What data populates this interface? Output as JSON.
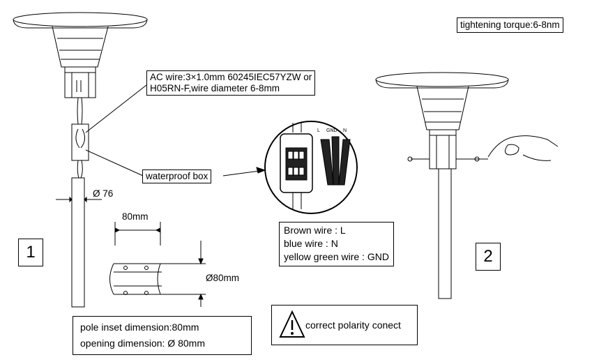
{
  "labels": {
    "torque": "tightening torque:6-8nm",
    "ac_wire_line1": "AC wire:3×1.0mm  60245IEC57YZW or",
    "ac_wire_line2": "H05RN-F,wire diameter 6-8mm",
    "waterproof_box": "waterproof box",
    "diameter_76": "Ø 76",
    "dim_80mm": "80mm",
    "dim_phi_80": "Ø80mm",
    "step_1": "1",
    "step_2": "2",
    "connector_L": "L",
    "connector_GND": "GND",
    "connector_N": "N"
  },
  "wires": {
    "brown": "Brown wire : L",
    "blue": "blue wire : N",
    "yellow_green": "yellow green wire : GND"
  },
  "pole_info": {
    "inset": "pole inset dimension:80mm",
    "opening": "opening dimension: Ø 80mm"
  },
  "warning": {
    "text": "correct polarity conect",
    "icon": "warning-triangle-icon"
  }
}
